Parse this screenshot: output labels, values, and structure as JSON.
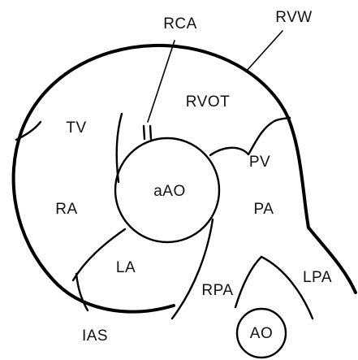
{
  "labels": {
    "rca": "RCA",
    "rvw": "RVW",
    "rvot": "RVOT",
    "tv": "TV",
    "pv": "PV",
    "ra": "RA",
    "aao": "aAO",
    "pa": "PA",
    "la": "LA",
    "rpa": "RPA",
    "lpa": "LPA",
    "ias": "IAS",
    "ao": "AO"
  },
  "colors": {
    "stroke": "#000000",
    "text": "#111111",
    "background": "#ffffff"
  }
}
